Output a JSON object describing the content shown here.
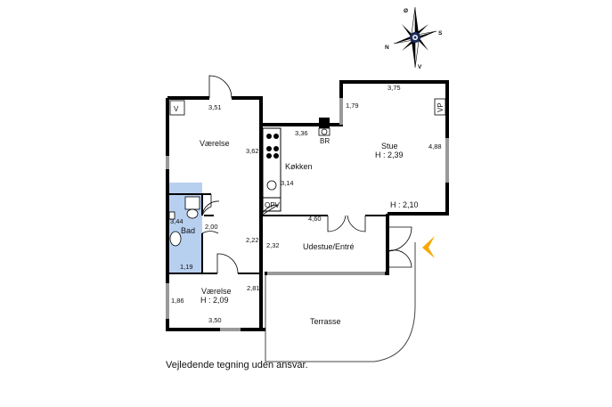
{
  "rooms": {
    "vaerelse_top": "Værelse",
    "kokken": "Køkken",
    "stue": "Stue",
    "stue_height": "H : 2,39",
    "bad": "Bad",
    "udestue": "Udestue/Entré",
    "vaerelse_bottom": "Værelse",
    "vaerelse_bottom_height": "H : 2,09",
    "terrasse": "Terrasse",
    "lower_height": "H : 2,10"
  },
  "dimensions": {
    "d_3_51": "3,51",
    "d_3_62": "3,62",
    "d_3_36": "3,36",
    "d_3_14": "3,14",
    "d_3_75": "3,75",
    "d_1_79": "1,79",
    "d_4_88": "4,88",
    "d_4_60": "4,60",
    "d_3_44": "3,44",
    "d_2_00": "2,00",
    "d_2_22": "2,22",
    "d_2_32": "2,32",
    "d_1_19": "1,19",
    "d_2_81": "2,81",
    "d_1_86": "1,86",
    "d_3_50": "3,50"
  },
  "fixtures": {
    "v": "V",
    "vp": "VP",
    "br": "BR",
    "opv": "OPV"
  },
  "compass": {
    "n": "N",
    "s": "S",
    "v": "V",
    "o": "Ø"
  },
  "footer": {
    "note": "Vejledende tegning uden ansvar."
  },
  "colors": {
    "wall": "#000000",
    "bath": "#b8d0f0",
    "entry_arrow": "#f5a800",
    "grey_wall": "#999999"
  }
}
